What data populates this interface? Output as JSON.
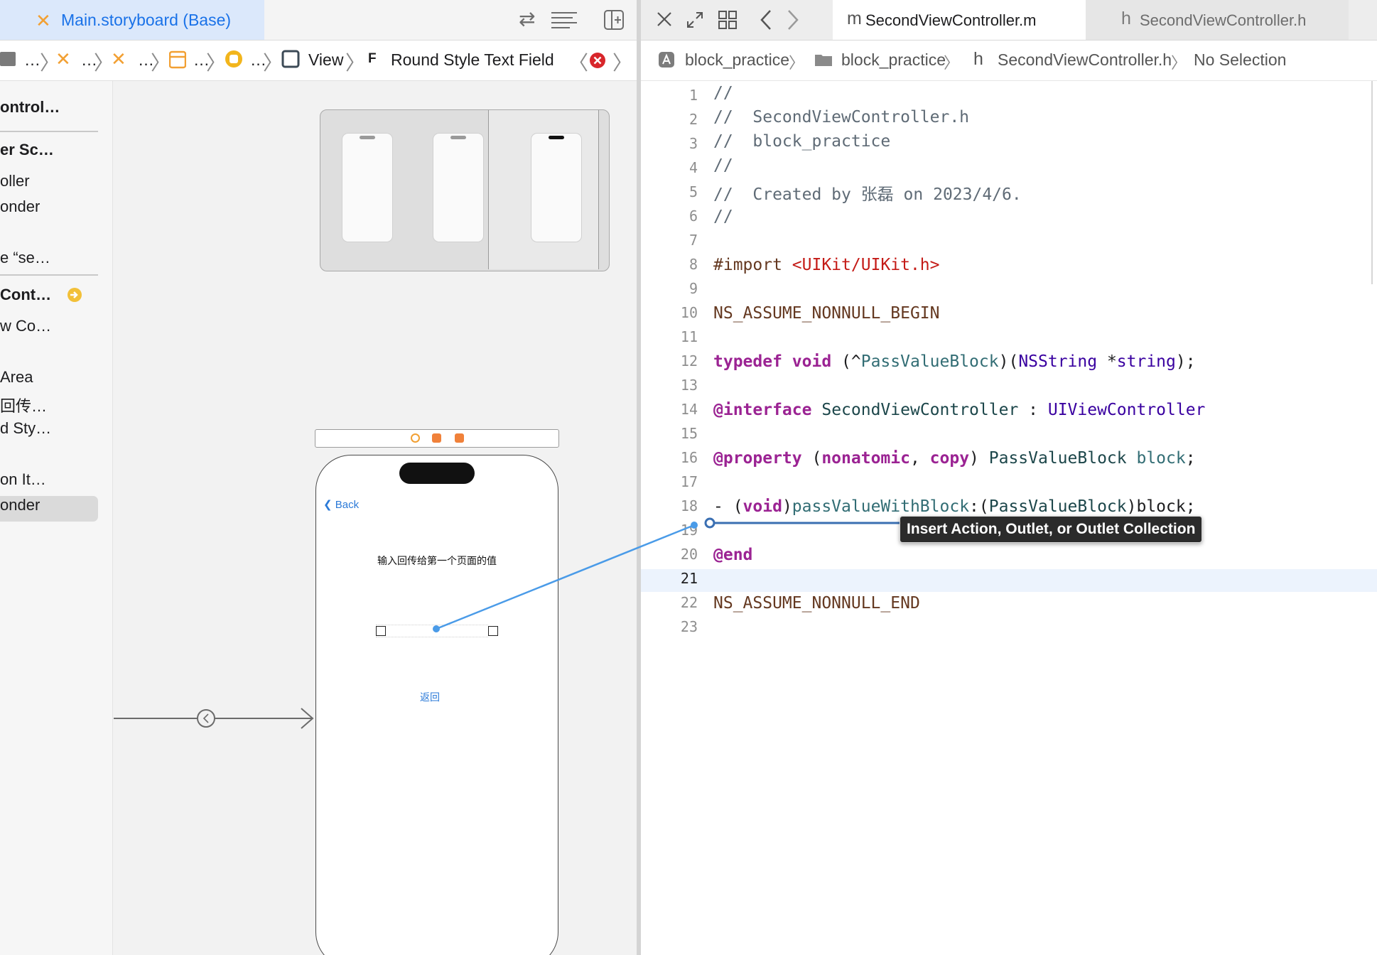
{
  "left_tabbar": {
    "tab_label": "Main.storyboard (Base)"
  },
  "left_jumpbar": {
    "segments": [
      "…",
      "…",
      "…",
      "…",
      "…"
    ],
    "view_label": "View",
    "field_letter": "F",
    "field_label": "Round Style Text Field"
  },
  "outline": {
    "items": [
      "ontrol…",
      "er Sc…",
      "oller",
      "onder",
      "e “se…",
      "Cont…",
      "w Co…",
      "Area",
      "回传…",
      "d Sty…",
      "on It…",
      "onder"
    ]
  },
  "scene": {
    "back_label": "Back",
    "prompt_label": "输入回传给第一个页面的值",
    "return_label": "返回"
  },
  "right_tabbar": {
    "tab_m_letter": "m",
    "tab_m_label": "SecondViewController.m",
    "tab_h_letter": "h",
    "tab_h_label": "SecondViewController.h"
  },
  "right_jumpbar": {
    "project": "block_practice",
    "group": "block_practice",
    "file_letter": "h",
    "file": "SecondViewController.h",
    "selection": "No Selection"
  },
  "editor": {
    "line_numbers": [
      "1",
      "2",
      "3",
      "4",
      "5",
      "6",
      "7",
      "8",
      "9",
      "10",
      "11",
      "12",
      "13",
      "14",
      "15",
      "16",
      "17",
      "18",
      "19",
      "20",
      "21",
      "22",
      "23"
    ],
    "current_line": "21",
    "code": {
      "l1": "//",
      "l2": "//  SecondViewController.h",
      "l3": "//  block_practice",
      "l4": "//",
      "l5": "//  Created by 张磊 on 2023/4/6.",
      "l6": "//",
      "l8_kw": "#import",
      "l8_str": "<UIKit/UIKit.h>",
      "l10": "NS_ASSUME_NONNULL_BEGIN",
      "l12_typedef": "typedef",
      "l12_void": "void",
      "l12_open": " (^",
      "l12_name": "PassValueBlock",
      "l12_mid": ")(",
      "l12_nsstring": "NSString",
      "l12_star": " *",
      "l12_param": "string",
      "l12_end": ");",
      "l14_interface": "@interface",
      "l14_class": "SecondViewController",
      "l14_colon": " : ",
      "l14_super": "UIViewController",
      "l16_property": "@property",
      "l16_open": " (",
      "l16_nonatomic": "nonatomic",
      "l16_comma": ", ",
      "l16_copy": "copy",
      "l16_close": ") ",
      "l16_type": "PassValueBlock",
      "l16_name": "block",
      "l16_end": ";",
      "l18_dash": "- (",
      "l18_void": "void",
      "l18_close": ")",
      "l18_method": "passValueWithBlock",
      "l18_colon": ":(",
      "l18_type": "PassValueBlock",
      "l18_end": ")block;",
      "l20": "@end",
      "l22": "NS_ASSUME_NONNULL_END"
    },
    "tooltip": "Insert Action, Outlet, or Outlet Collection"
  },
  "colors": {
    "accent": "#1a72e8",
    "connection_line": "#4a9be8",
    "comment": "#5f6b76",
    "keyword": "#9b2393",
    "string": "#c41a16",
    "preprocessor": "#643820",
    "type": "#3900a0"
  },
  "icons": [
    "storyboard-icon",
    "swap-icon",
    "lines-icon",
    "add-editor-icon",
    "close-icon",
    "expand-icon",
    "grid-icon",
    "back-chevron-icon",
    "forward-chevron-icon",
    "app-icon",
    "folder-icon",
    "error-icon",
    "warning-arrow-icon",
    "scene-dock-icon",
    "entry-arrow-icon"
  ]
}
